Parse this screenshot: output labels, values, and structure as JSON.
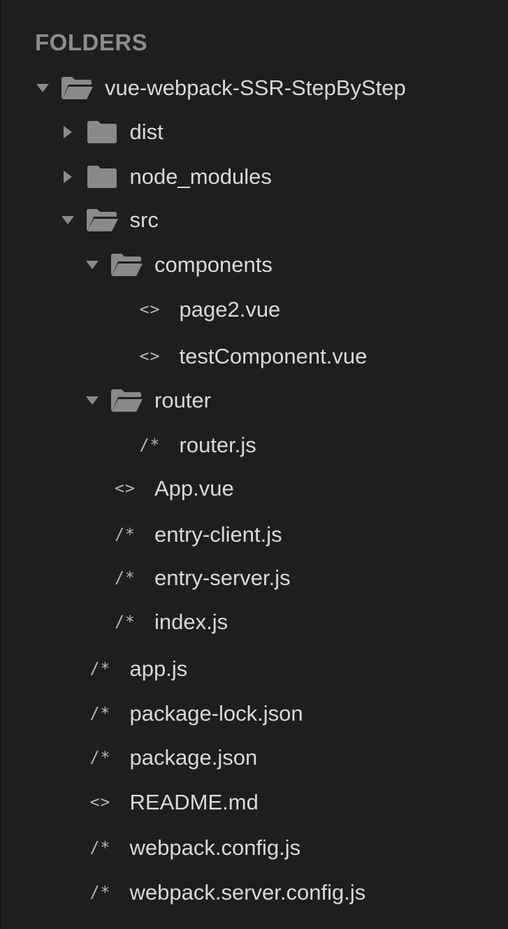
{
  "sidebar": {
    "header": "FOLDERS",
    "items": [
      {
        "label": "vue-webpack-SSR-StepByStep",
        "kind": "folder",
        "expanded": true,
        "depth": 0,
        "icon": "folder-open-icon"
      },
      {
        "label": "dist",
        "kind": "folder",
        "expanded": false,
        "depth": 1,
        "icon": "folder-closed-icon"
      },
      {
        "label": "node_modules",
        "kind": "folder",
        "expanded": false,
        "depth": 1,
        "icon": "folder-closed-icon"
      },
      {
        "label": "src",
        "kind": "folder",
        "expanded": true,
        "depth": 1,
        "icon": "folder-open-icon"
      },
      {
        "label": "components",
        "kind": "folder",
        "expanded": true,
        "depth": 2,
        "icon": "folder-open-icon"
      },
      {
        "label": "page2.vue",
        "kind": "file",
        "glyph": "<>",
        "depth": 3,
        "icon": "markup-file-icon"
      },
      {
        "label": "testComponent.vue",
        "kind": "file",
        "glyph": "<>",
        "depth": 3,
        "icon": "markup-file-icon"
      },
      {
        "label": "router",
        "kind": "folder",
        "expanded": true,
        "depth": 2,
        "icon": "folder-open-icon"
      },
      {
        "label": "router.js",
        "kind": "file",
        "glyph": "/*",
        "depth": 3,
        "icon": "script-file-icon"
      },
      {
        "label": "App.vue",
        "kind": "file",
        "glyph": "<>",
        "depth": 2,
        "icon": "markup-file-icon"
      },
      {
        "label": "entry-client.js",
        "kind": "file",
        "glyph": "/*",
        "depth": 2,
        "icon": "script-file-icon"
      },
      {
        "label": "entry-server.js",
        "kind": "file",
        "glyph": "/*",
        "depth": 2,
        "icon": "script-file-icon"
      },
      {
        "label": "index.js",
        "kind": "file",
        "glyph": "/*",
        "depth": 2,
        "icon": "script-file-icon"
      },
      {
        "label": "app.js",
        "kind": "file",
        "glyph": "/*",
        "depth": 1,
        "icon": "script-file-icon"
      },
      {
        "label": "package-lock.json",
        "kind": "file",
        "glyph": "/*",
        "depth": 1,
        "icon": "script-file-icon"
      },
      {
        "label": "package.json",
        "kind": "file",
        "glyph": "/*",
        "depth": 1,
        "icon": "script-file-icon"
      },
      {
        "label": "README.md",
        "kind": "file",
        "glyph": "<>",
        "depth": 1,
        "icon": "markup-file-icon"
      },
      {
        "label": "webpack.config.js",
        "kind": "file",
        "glyph": "/*",
        "depth": 1,
        "icon": "script-file-icon"
      },
      {
        "label": "webpack.server.config.js",
        "kind": "file",
        "glyph": "/*",
        "depth": 1,
        "icon": "script-file-icon"
      }
    ]
  },
  "colors": {
    "background": "#1e1f1d",
    "header_text": "#8d8d8b",
    "item_text": "#d9d9d7",
    "icon": "#8a8a88",
    "file_glyph": "#b9b9b7"
  }
}
